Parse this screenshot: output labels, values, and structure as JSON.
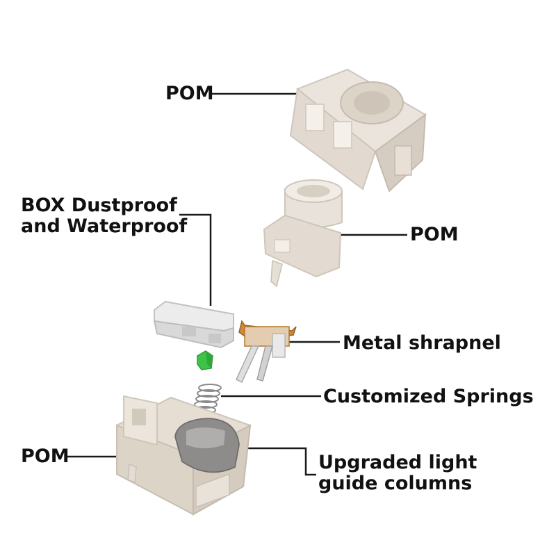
{
  "labels": {
    "housing_top": "POM",
    "stem": "POM",
    "box_line1": "BOX Dustproof",
    "box_line2": "and Waterproof",
    "metal": "Metal shrapnel",
    "springs": "Customized Springs",
    "housing_bottom": "POM",
    "light_line1": "Upgraded light",
    "light_line2": "guide columns"
  },
  "colors": {
    "text": "#111111",
    "leader_line": "#1a1a1a",
    "pom": "#ebe4dc",
    "pom_shadow": "#cfc6bb",
    "box": "#e6e6e6",
    "box_shadow": "#c2c2c2",
    "metal": "#d9d9d9",
    "copper": "#b5762a",
    "green_part": "#3fc24a",
    "light_guide": "#8e8c8a",
    "spring": "#8a8a8a"
  }
}
